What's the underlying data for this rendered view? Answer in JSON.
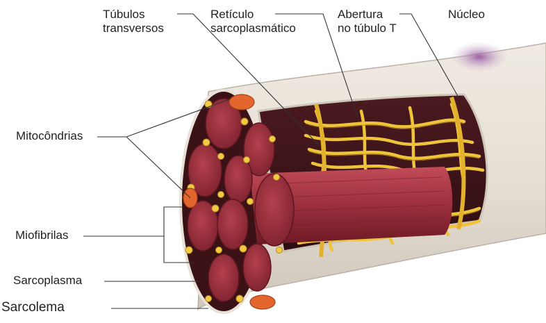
{
  "diagram": {
    "labels": {
      "tubulos": "Túbulos\ntransversos",
      "reticulo": "Retículo\nsarcoplasmático",
      "abertura": "Abertura\nno túbulo T",
      "nucleo": "Núcleo",
      "mitocondrias": "Mitocôndrias",
      "miofibrilas": "Miofibrilas",
      "sarcoplasma": "Sarcoplasma",
      "sarcolema": "Sarcolema"
    },
    "colors": {
      "sarcolemma": "#e6e0d6",
      "membrane_shadow": "#b9b0a6",
      "myofibril": "#9b2f3c",
      "myofibril_light": "#c24b58",
      "myofibril_dark": "#6d1a26",
      "reticulum": "#efc43a",
      "reticulum_dark": "#b58a1c",
      "mitochondria": "#e2662d",
      "nucleus": "#a06aa3"
    }
  }
}
